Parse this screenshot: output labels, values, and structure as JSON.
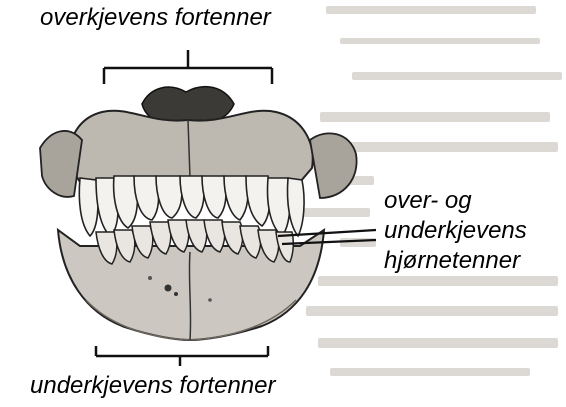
{
  "labels": {
    "upper_incisors": "overkjevens fortenner",
    "lower_incisors": "underkjevens fortenner",
    "canines_line1": "over- og",
    "canines_line2": "underkjevens",
    "canines_line3": "hjørnetenner"
  },
  "colors": {
    "ink": "#111111",
    "bone": "#c9c5bf",
    "bone_dark": "#5a5650",
    "tooth": "#f4f2ee",
    "bleed": "#d9d6d2"
  }
}
